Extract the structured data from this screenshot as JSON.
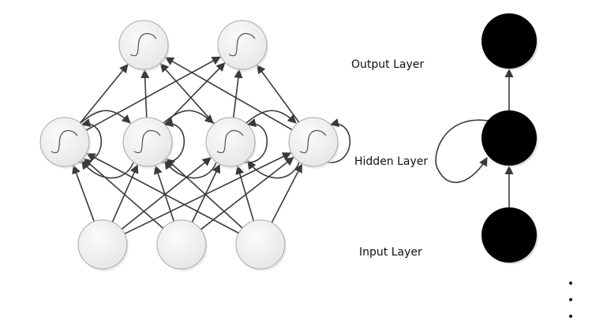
{
  "labels": {
    "output": "Output Layer",
    "hidden": "Hidden Layer",
    "input": "Input Layer"
  },
  "network": {
    "input_nodes": 3,
    "hidden_nodes": 4,
    "output_nodes": 2,
    "hidden_activation": "sigmoid-icon",
    "output_activation": "sigmoid-icon",
    "recurrent_hidden": true
  },
  "compact": {
    "nodes": [
      "output",
      "hidden",
      "input"
    ],
    "self_loop": "hidden",
    "node_color": "#000000"
  },
  "ellipsis_dots": 3,
  "colors": {
    "edge": "#3a3a3a",
    "node_fill": "#f2f2f2",
    "node_stroke": "#a8a8a8"
  }
}
